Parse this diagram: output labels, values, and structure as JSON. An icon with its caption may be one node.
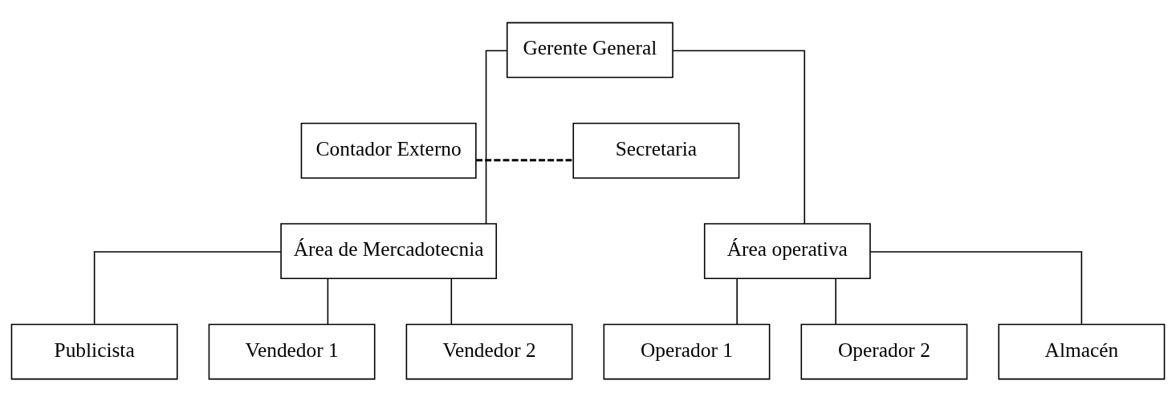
{
  "diagram": {
    "nodes": [
      {
        "text": [
          "Gerente General"
        ]
      },
      {
        "text": [
          "Contador Externo"
        ]
      },
      {
        "text": [
          "Secretaria"
        ]
      },
      {
        "text": [
          "Área de Mercadotecnia"
        ]
      },
      {
        "text": [
          "Área operativa"
        ]
      },
      {
        "text": [
          "Publicista"
        ]
      },
      {
        "text": [
          "Vendedor 1"
        ]
      },
      {
        "text": [
          "Vendedor 2"
        ]
      },
      {
        "text": [
          "Operador 1"
        ]
      },
      {
        "text": [
          "Operador 2"
        ]
      },
      {
        "text": [
          "Almacén"
        ]
      }
    ],
    "edges": [
      {
        "from": 1,
        "to": 2,
        "arrow": "none",
        "style": "dashed"
      },
      {
        "from": 0,
        "to": 3,
        "arrow": "none"
      },
      {
        "from": 0,
        "to": 4,
        "arrow": "none"
      },
      {
        "from": 3,
        "to": 5,
        "arrow": "none"
      },
      {
        "from": 3,
        "to": 6,
        "arrow": "none"
      },
      {
        "from": 3,
        "to": 7,
        "arrow": "none"
      },
      {
        "from": 4,
        "to": 8,
        "arrow": "none"
      },
      {
        "from": 4,
        "to": 9,
        "arrow": "none"
      },
      {
        "from": 4,
        "to": 10,
        "arrow": "none"
      }
    ]
  }
}
